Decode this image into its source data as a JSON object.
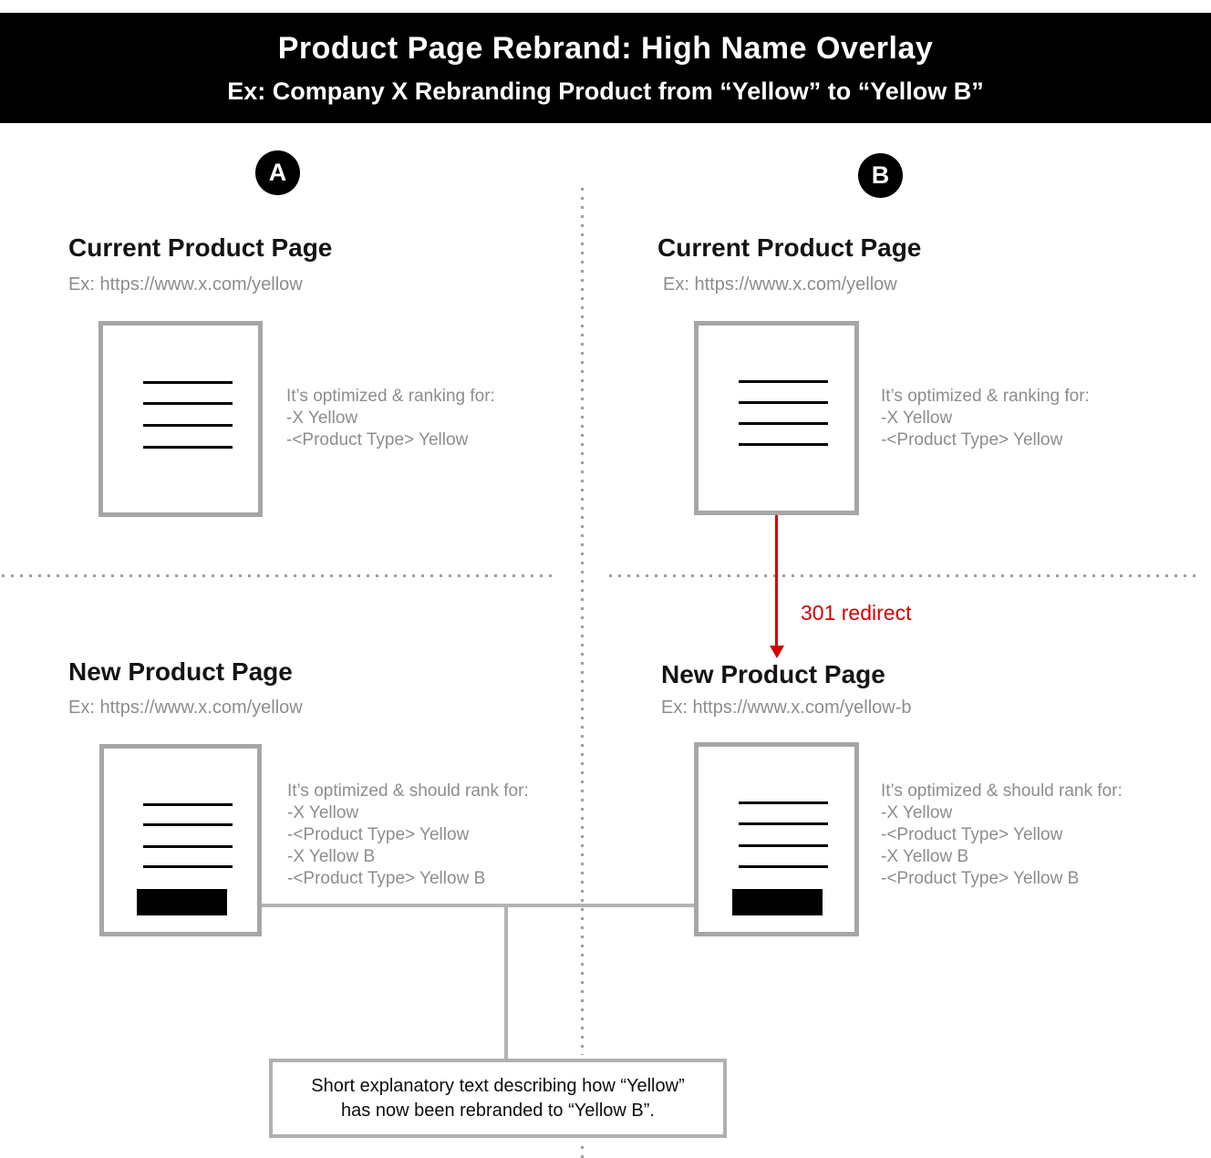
{
  "header": {
    "title": "Product Page Rebrand: High Name Overlay",
    "subtitle": "Ex: Company X Rebranding Product from “Yellow” to “Yellow B”"
  },
  "badges": {
    "a": "A",
    "b": "B"
  },
  "quadrants": {
    "top_left": {
      "heading": "Current Product Page",
      "url": "Ex: https://www.x.com/yellow",
      "side_text": [
        "It’s optimized & ranking for:",
        "-X Yellow",
        "-<Product Type> Yellow"
      ]
    },
    "top_right": {
      "heading": "Current Product Page",
      "url": "Ex: https://www.x.com/yellow",
      "side_text": [
        "It’s optimized & ranking for:",
        "-X Yellow",
        "-<Product Type> Yellow"
      ]
    },
    "bottom_left": {
      "heading": "New Product Page",
      "url": "Ex: https://www.x.com/yellow",
      "side_text": [
        "It’s optimized & should rank for:",
        "-X Yellow",
        "-<Product Type> Yellow",
        "-X Yellow B",
        "-<Product Type> Yellow B"
      ]
    },
    "bottom_right": {
      "heading": "New Product Page",
      "url": "Ex: https://www.x.com/yellow-b",
      "side_text": [
        "It’s optimized & should rank for:",
        "-X Yellow",
        "-<Product Type> Yellow",
        "-X Yellow B",
        "-<Product Type> Yellow B"
      ]
    }
  },
  "redirect": {
    "label": "301 redirect"
  },
  "note": {
    "line1": "Short explanatory text describing how “Yellow”",
    "line2": "has now been rebranded to “Yellow B”."
  },
  "colors": {
    "banner_bg": "#000000",
    "accent_red": "#d40000",
    "gray_text": "#8d8d8d",
    "gray_border": "#a6a6a6",
    "connector": "#b3b3b3",
    "note_border": "#b0b0b0",
    "dots": "#9e9e9e"
  }
}
